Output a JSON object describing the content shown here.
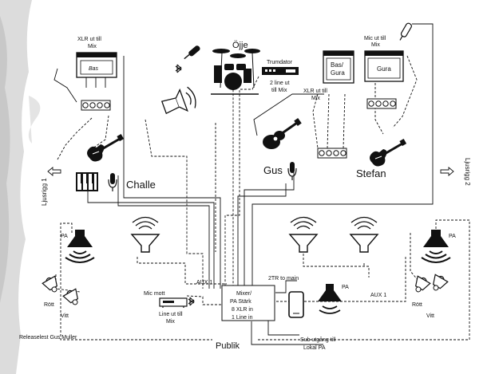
{
  "labels": {
    "xlr_bas_l1": "XLR ut till",
    "xlr_bas_l2": "Mix",
    "amp_bas": "Bas",
    "ojje": "Öjje",
    "trumdator": "Trumdator",
    "line_trum_l1": "2 line ut",
    "line_trum_l2": "till Mix",
    "mic_gura_l1": "Mic ut till",
    "mic_gura_l2": "Mix",
    "amp_basgura_l1": "Bas/",
    "amp_basgura_l2": "Gura",
    "amp_gura": "Gura",
    "xlr_mid_l1": "XLR ut till",
    "xlr_mid_l2": "Mix",
    "challe": "Challe",
    "gus": "Gus",
    "stefan": "Stefan",
    "ljusrigg1": "Ljusrigg 1",
    "ljusrigg2": "Ljusrigg 2",
    "pa_left": "PA",
    "pa_right": "PA",
    "pa_center": "PA",
    "rott_left": "Rött",
    "vitt_left": "Vitt",
    "rott_right": "Rött",
    "vitt_right": "Vitt",
    "mic_mott": "Mic mott",
    "aux_left": "AUX 1",
    "aux_right": "AUX 1",
    "line_mix_l1": "Line ut till",
    "line_mix_l2": "Mix",
    "twotr": "2TR to main",
    "mixer_l1": "Mixer/",
    "mixer_l2": "PA Stärk",
    "mixer_l3": "8 XLR in",
    "mixer_l4": "1 Line in",
    "sub_l1": "Sub utgång till",
    "sub_l2": "Lokal PA",
    "publik": "Publik",
    "release": "Releaselest Gus Muller"
  },
  "icons": [
    "bluetooth-icon",
    "microphone-icon",
    "drum-kit-icon",
    "electric-guitar-icon",
    "acoustic-guitar-icon",
    "keyboard-icon",
    "horn-speaker-icon",
    "pa-speaker-icon",
    "spotlight-icon",
    "phone-icon",
    "media-player-icon",
    "di-box-icon"
  ],
  "colors": {
    "ink": "#111111",
    "paint": "#d9d9d9"
  }
}
